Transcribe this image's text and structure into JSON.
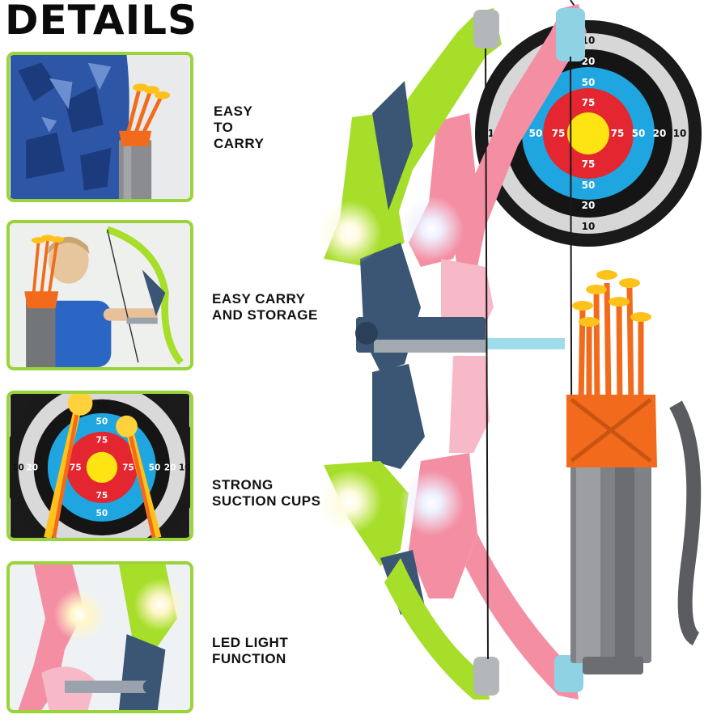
{
  "title": "DETAILS",
  "features": [
    {
      "lines": [
        "EASY",
        "TO",
        "CARRY"
      ],
      "image": "quiver-worn-on-back"
    },
    {
      "lines": [
        "EASY CARRY",
        "AND STORAGE"
      ],
      "image": "boy-with-bow-and-quiver"
    },
    {
      "lines": [
        "STRONG",
        "SUCTION CUPS"
      ],
      "image": "arrows-on-target"
    },
    {
      "lines": [
        "LED LIGHT",
        "FUNCTION"
      ],
      "image": "glowing-bow-limbs"
    }
  ],
  "target": {
    "rings": [
      "10",
      "20",
      "50",
      "75"
    ],
    "colors": {
      "outer": "#1a1a1a",
      "gray": "#d9d9d9",
      "black": "#151515",
      "blue": "#1fa6e0",
      "red": "#e3262f",
      "yellow": "#ffe413"
    }
  },
  "colors": {
    "panel_border": "#9ad33a",
    "bow_green": "#a6de2a",
    "bow_navy": "#3b5675",
    "bow_pink": "#f48fa3",
    "quiver_gray": "#7f8184",
    "arrow_orange": "#f26b1d",
    "suction_yellow": "#ffc21a"
  }
}
